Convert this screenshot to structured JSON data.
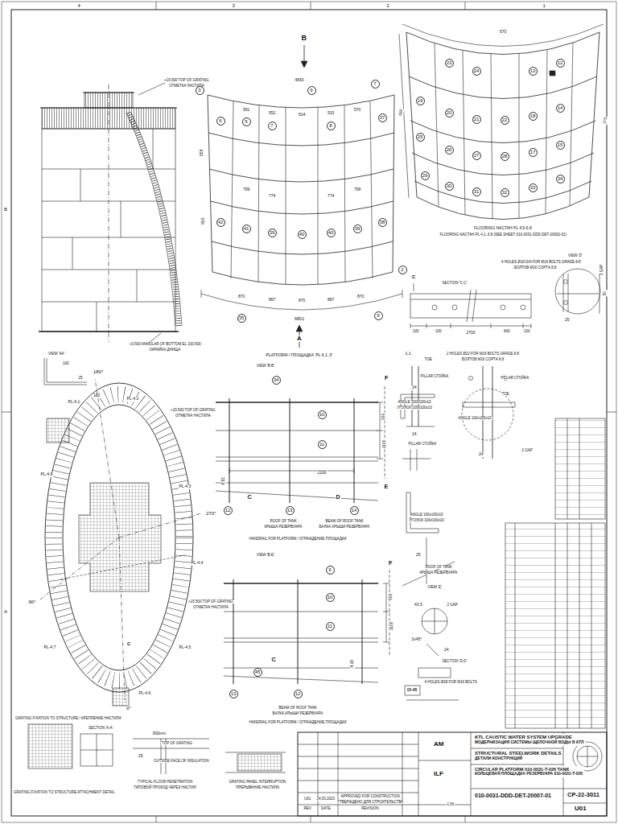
{
  "diagram": {
    "nodes": [
      {
        "text": [
          "3"
        ]
      },
      {
        "text": [
          "9"
        ]
      },
      {
        "text": [
          "7"
        ]
      },
      {
        "text": [
          "6"
        ]
      },
      {
        "text": [
          "5"
        ]
      },
      {
        "text": [
          "7"
        ]
      },
      {
        "text": [
          "8"
        ]
      },
      {
        "text": [
          "37"
        ]
      },
      {
        "text": [
          "42"
        ]
      },
      {
        "text": [
          "41"
        ]
      },
      {
        "text": [
          "39"
        ]
      },
      {
        "text": [
          "40"
        ]
      },
      {
        "text": [
          "40"
        ]
      },
      {
        "text": [
          "39"
        ]
      },
      {
        "text": [
          "38"
        ]
      },
      {
        "text": [
          "2"
        ]
      },
      {
        "text": [
          "35"
        ]
      },
      {
        "text": [
          "9"
        ]
      },
      {
        "text": [
          "23"
        ]
      },
      {
        "text": [
          "24"
        ]
      },
      {
        "text": [
          "13"
        ]
      },
      {
        "text": [
          "12"
        ]
      },
      {
        "text": [
          "19"
        ]
      },
      {
        "text": [
          "20"
        ]
      },
      {
        "text": [
          "21"
        ]
      },
      {
        "text": [
          "22"
        ]
      },
      {
        "text": [
          "18"
        ]
      },
      {
        "text": [
          "14"
        ]
      },
      {
        "text": [
          "25"
        ]
      },
      {
        "text": [
          "26"
        ]
      },
      {
        "text": [
          "27"
        ]
      },
      {
        "text": [
          "28"
        ]
      },
      {
        "text": [
          "17"
        ]
      },
      {
        "text": [
          "15"
        ]
      },
      {
        "text": [
          "29"
        ]
      },
      {
        "text": [
          "30"
        ]
      },
      {
        "text": [
          "31"
        ]
      },
      {
        "text": [
          "32"
        ]
      },
      {
        "text": [
          "33"
        ]
      },
      {
        "text": [
          "34"
        ]
      },
      {
        "text": [
          "34"
        ]
      },
      {
        "text": [
          "10"
        ]
      },
      {
        "text": [
          "11"
        ]
      },
      {
        "text": [
          "12"
        ]
      },
      {
        "text": [
          "13"
        ]
      },
      {
        "text": [
          "14"
        ]
      },
      {
        "text": [
          "9"
        ]
      },
      {
        "text": [
          "10"
        ]
      },
      {
        "text": [
          "11"
        ]
      },
      {
        "text": [
          "45"
        ]
      },
      {
        "text": [
          "13"
        ]
      },
      {
        "text": [
          "12"
        ]
      },
      {
        "text": [
          "KTL CAUSTIC WATER SYSTEM UPGRADE",
          "МОДЕРНИЗАЦИЯ СИСТЕМЫ ЩЕЛОЧНОЙ ВОДЫ В КТЛ"
        ]
      },
      {
        "text": [
          "STRUCTURAL STEELWORK DETAILS",
          "ДЕТАЛИ КОНСТРУКЦИЙ"
        ]
      },
      {
        "text": [
          "CIRCULAR PLATFORM 010-0031-T-026 TANK",
          "КОЛЬЦЕВАЯ ПЛОЩАДКА РЕЗЕРВУАРА 010-0031-T-026"
        ]
      },
      {
        "text": [
          "010-0031-DDD-DET-20007-01"
        ]
      },
      {
        "text": [
          "CP-22-3011"
        ]
      },
      {
        "text": [
          "U01"
        ]
      }
    ],
    "labels": [
      "4",
      "3",
      "2",
      "1",
      "B",
      "A",
      "+15.500 TOP OF GRATING",
      "ОТМЕТКА НАСТИЛА",
      "+0.500 ANNULAR OF BOTTOM EL 100.500",
      "ОКРАЙКА ДНИЩА",
      "VIEW 'AA'",
      "100",
      "25",
      "B",
      "4830",
      "591",
      "552",
      "614",
      "533",
      "570",
      "858",
      "955",
      "799",
      "774",
      "774",
      "799",
      "870",
      "867",
      "870",
      "867",
      "870",
      "6801",
      "A",
      "PLATFORM / ПЛОЩАДКА 'PL 6.1..5'",
      "FLOORING NACTAH PL 4.5.6.8",
      "FLOORING NACTAH PL 4.1..6.8 (SEE SHEET 010-0031-DDD-DET-20002-01)",
      "570",
      "370",
      "580",
      "SECTION 'C-C'",
      "100",
      "100",
      "2700",
      "600",
      "100",
      "C",
      "VIEW 'D'",
      "4 HOLES Ø18 DIA FOR M16 BOLTS GRADE 8.8",
      "БОЛТОВ M16 СОРТА 8.8",
      "1 GAP",
      "50",
      "25",
      "1-1",
      "TOE",
      "24",
      "PILLAR СТОЙКА",
      "ANGLE 100x100x10",
      "УГОЛОК 100x100x10",
      "24",
      "PILLAR СТОЙКА",
      "2 HOLES Ø22 FOR M16 BOLTS GRADE 8.8",
      "БОЛТОВ M16 СОРТА 8.8",
      "PILLAR СТОЙКА",
      "TOE",
      "ANGLE 100x100x10",
      "24",
      "2 GAP",
      "ANGLE 100x100x10",
      "УГОЛОК 100x100x10",
      "ROOF OF TANK",
      "КРЫША РЕЗЕРВУАРА",
      "25",
      "43.5",
      "2 GAP",
      "2x45°",
      "24",
      "VIEW 'E'",
      "SECTION 'D-D'",
      "4 HOLES Ø18 FOR M16 BOLTS",
      "15-45",
      "VIEW 'B-B'",
      "F",
      "E",
      "C",
      "D",
      "550",
      "1100",
      "2100",
      "6.82",
      "+15.500 TOP OF GRATING",
      "ОТМЕТКА НАСТИЛА",
      "ROOF OF TANK",
      "КРЫША РЕЗЕРВУАРА",
      "BEAM OF ROOF TANK",
      "БАЛКА КРЫШИ РЕЗЕРВУАРА",
      "HANDRAIL FOR PLATFORM / ОГРАЖДЕНИЕ ПЛОЩАДКИ",
      "VIEW 'B-E'",
      "F",
      "C",
      "+15.500 TOP OF GRATING",
      "ОТМЕТКА НАСТИЛА",
      "550",
      "1100",
      "4.16",
      "BEAM OF ROOF TANK",
      "БАЛКА КРЫШИ РЕЗЕРВУАРА",
      "HANDRAIL FOR PLATFORM / ОГРАЖДЕНИЕ ПЛОЩАДКИ",
      "180°",
      "182",
      "270°",
      "90°",
      "0°",
      "PL-4.1",
      "PL-4.2",
      "PL-4.3",
      "PL-4.4",
      "PL-4.5",
      "PL-4.6",
      "PL-4.7",
      "PL-4.8",
      "C",
      "GRATING FIXATION TO STRUCTURE / КРЕПЛЕНИЕ НАСТИЛА",
      "SECTION 'A-A'",
      "300mm",
      "TOP OF GRATING",
      "OUTSIDE FACE OF INSULATION",
      "25",
      "TYPICAL FLOOR PENETRATION",
      "ТИПОВОЙ ПРОХОД ЧЕРЕЗ НАСТИЛ",
      "GRATING PANEL INTERRUPTION",
      "ПРЕРЫВАНИЕ НАСТИЛА",
      "GRATING FIXATION TO STRUCTURE ATTACHMENT DETAIL",
      "U01",
      "14.03.2023",
      "APPROVED FOR CONSTRUCTION",
      "УТВЕРЖДЕНО ДЛЯ СТРОИТЕЛЬСТВА",
      "REV",
      "DATE",
      "REVISION",
      "AM",
      "ILF",
      "1:50"
    ]
  }
}
